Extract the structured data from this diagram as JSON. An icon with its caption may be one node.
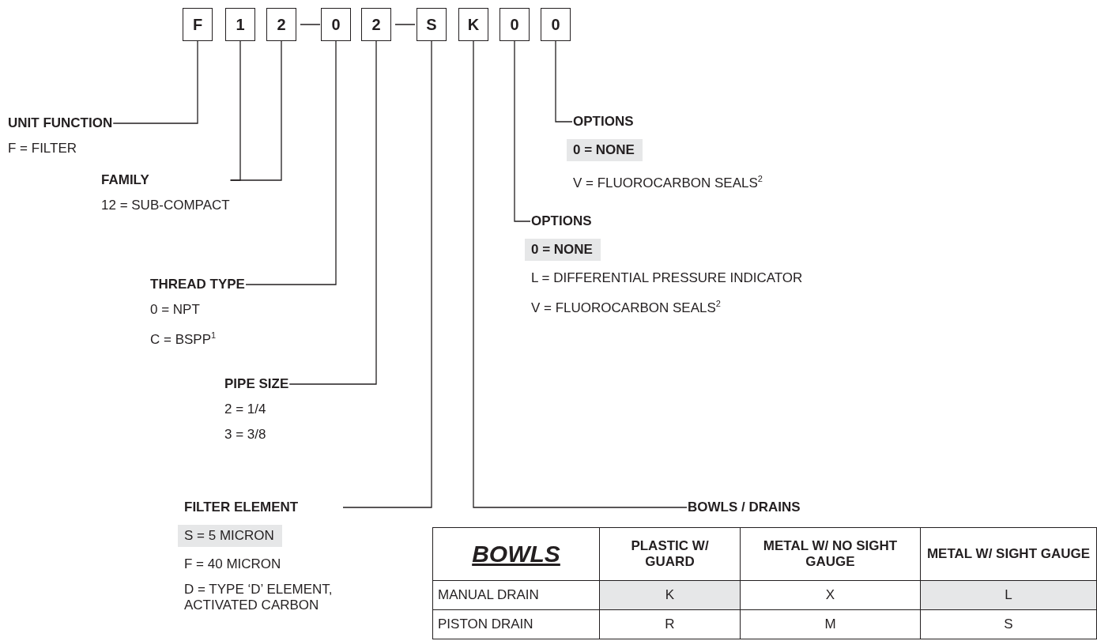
{
  "diagram": {
    "nodes": [
      {
        "text": [
          "F"
        ]
      },
      {
        "text": [
          "1"
        ]
      },
      {
        "text": [
          "2"
        ]
      },
      {
        "text": [
          "0"
        ]
      },
      {
        "text": [
          "2"
        ]
      },
      {
        "text": [
          "S"
        ]
      },
      {
        "text": [
          "K"
        ]
      },
      {
        "text": [
          "0"
        ]
      },
      {
        "text": [
          "0"
        ]
      },
      {
        "text": [
          "UNIT FUNCTION",
          "F = FILTER"
        ]
      },
      {
        "text": [
          "OPTIONS",
          "0 = NONE",
          "V = FLUOROCARBON SEALS$^{2}$"
        ]
      },
      {
        "text": [
          "FAMILY",
          "12 = SUB-COMPACT"
        ]
      },
      {
        "text": [
          "OPTIONS",
          "0 = NONE",
          "L = DIFFERENTIAL PRESSURE INDICATOR",
          "V = FLUOROCARBON SEALS$^{2}$"
        ]
      },
      {
        "text": [
          "THREAD TYPE",
          "0 = NPT",
          "C = BSPP$^{1}$"
        ]
      },
      {
        "text": [
          "PIPE SIZE",
          "2 = 1/4",
          "3 = 3/8"
        ]
      },
      {
        "text": [
          "FILTER ELEMENT",
          "S = 5 MICRON",
          "F = 40 MICRON",
          "D = TYPE ‘D’ ELEMENT, ACTIVATED CARBON"
        ]
      },
      {
        "text": [
          "BOWLS / DRAINS"
        ]
      }
    ],
    "edges": [
      {
        "from": 9,
        "to": 0,
        "arrow": "none"
      },
      {
        "from": 10,
        "to": 8,
        "arrow": "none"
      },
      {
        "from": 11,
        "to": 1,
        "arrow": "none"
      },
      {
        "from": 11,
        "to": 2,
        "arrow": "none"
      },
      {
        "from": 12,
        "to": 7,
        "arrow": "none"
      },
      {
        "from": 13,
        "to": 3,
        "arrow": "none"
      },
      {
        "from": 14,
        "to": 4,
        "arrow": "none"
      },
      {
        "from": 15,
        "to": 5,
        "arrow": "none"
      },
      {
        "from": 16,
        "to": 6,
        "arrow": "none"
      }
    ],
    "labels": [
      "BOWLS",
      "PLASTIC W/ GUARD",
      "METAL W/ NO SIGHT GAUGE",
      "METAL W/ SIGHT GAUGE",
      "MANUAL DRAIN",
      "K",
      "X",
      "L",
      "PISTON DRAIN",
      "R",
      "M",
      "S"
    ]
  }
}
